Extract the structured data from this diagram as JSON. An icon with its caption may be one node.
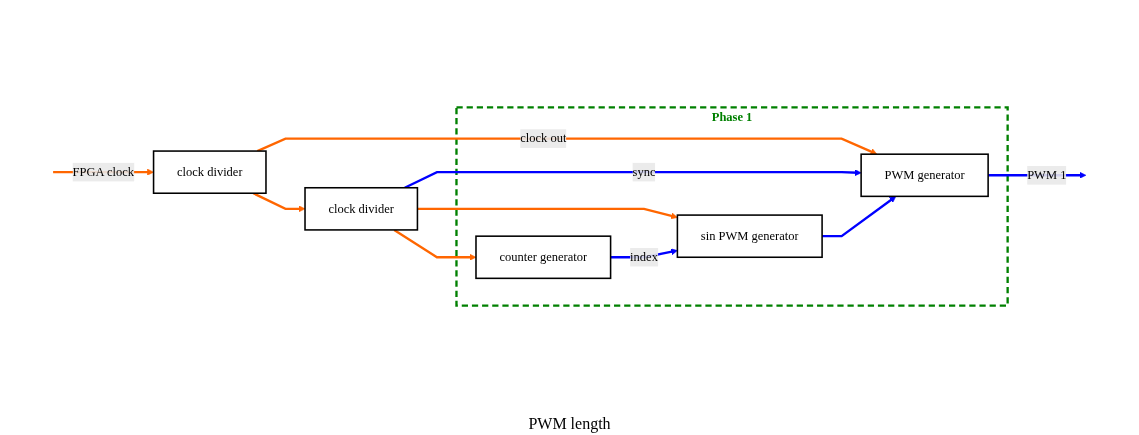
{
  "diagram": {
    "nodes": [
      {
        "text": [
          "clock divider"
        ]
      },
      {
        "text": [
          "clock divider"
        ]
      },
      {
        "text": [
          "Phase 1"
        ]
      },
      {
        "text": [
          "PWM generator"
        ],
        "in": 2
      },
      {
        "text": [
          "counter generator"
        ],
        "in": 2
      },
      {
        "text": [
          "sin PWM generator"
        ],
        "in": 2
      }
    ],
    "edges": [
      {
        "from": null,
        "to": 0,
        "arrow": "to",
        "label": "FPGA clock"
      },
      {
        "from": 0,
        "to": 3,
        "arrow": "to",
        "label": "clock out"
      },
      {
        "from": 0,
        "to": 1,
        "arrow": "to"
      },
      {
        "from": 1,
        "to": 3,
        "arrow": "to",
        "label": "sync",
        "color": "#0000ff"
      },
      {
        "from": 1,
        "to": 4,
        "arrow": "to"
      },
      {
        "from": 1,
        "to": 5,
        "arrow": "to"
      },
      {
        "from": 4,
        "to": 5,
        "arrow": "to",
        "label": "index",
        "color": "#0000ff"
      },
      {
        "from": 5,
        "to": 3,
        "arrow": "to",
        "color": "#0000ff"
      },
      {
        "from": 3,
        "to": null,
        "arrow": "to",
        "label": "PWM 1",
        "color": "#0000ff"
      }
    ],
    "labels": [
      "PWM length"
    ]
  }
}
